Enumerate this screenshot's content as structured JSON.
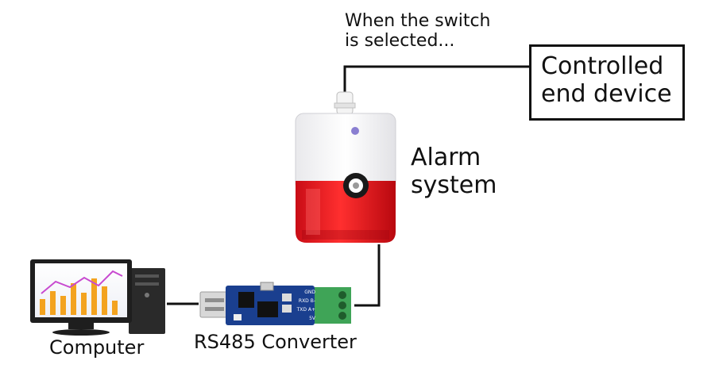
{
  "note": {
    "line1": "When the switch",
    "line2": "is selected..."
  },
  "controlled_device": {
    "line1": "Controlled",
    "line2": "end device"
  },
  "alarm": {
    "line1": "Alarm",
    "line2": "system"
  },
  "computer": {
    "label": "Computer"
  },
  "converter": {
    "label": "RS485 Converter",
    "terminal_labels": [
      "GND",
      "RXD B-",
      "TXD A+",
      "5V"
    ]
  },
  "colors": {
    "wire": "#111111",
    "siren_red": "#e8121c",
    "board_blue": "#1a3f8f",
    "terminal_green": "#3fa457",
    "monitor_bar": "#f3a31f"
  }
}
